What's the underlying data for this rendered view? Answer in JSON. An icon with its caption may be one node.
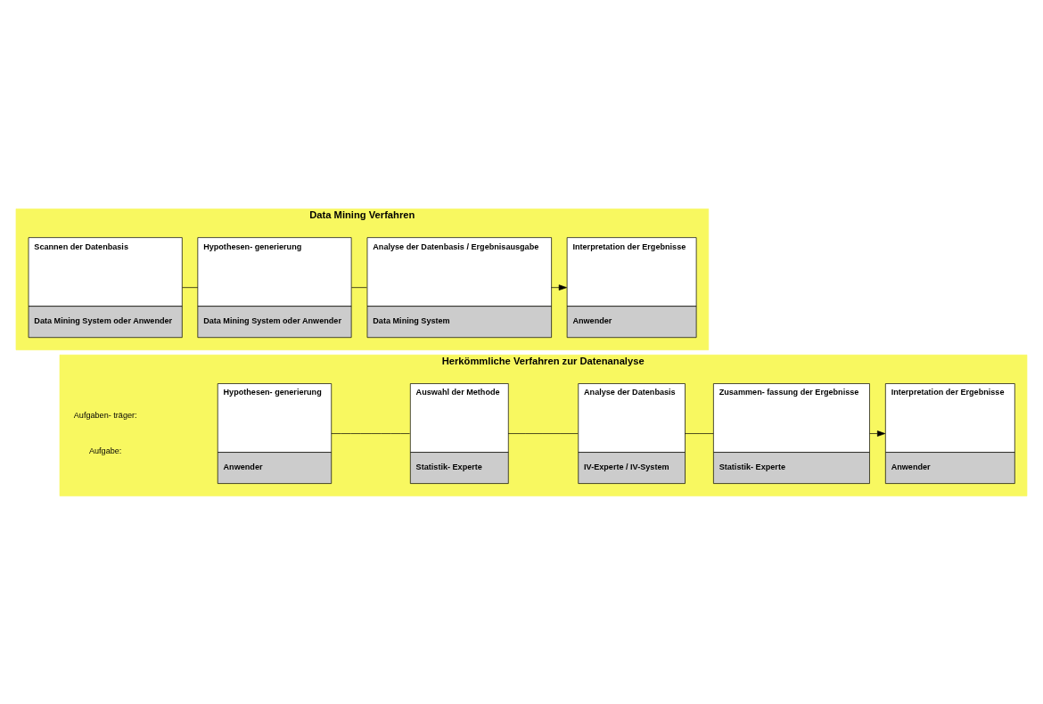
{
  "diagram": {
    "nodes": [
      {
        "text": [
          "Herkömmliche Verfahren zur Datenanalyse"
        ]
      },
      {
        "text": [
          "Hypothesen- generierung",
          "Anwender"
        ],
        "in": 0
      },
      {
        "text": [
          "Auswahl der Methode",
          "Statistik- Experte"
        ],
        "in": 0
      },
      {
        "text": [
          "Analyse der Datenbasis",
          "IV-Experte / IV-System"
        ],
        "in": 0
      },
      {
        "text": [
          "Zusammen- fassung der Ergebnisse",
          "Statistik- Experte"
        ],
        "in": 0
      },
      {
        "text": [
          "Interpretation der Ergebnisse",
          "Anwender"
        ],
        "in": 0
      },
      {
        "text": [
          "Data Mining Verfahren"
        ]
      },
      {
        "text": [
          "Scannen der Datenbasis",
          "Data Mining System oder Anwender"
        ],
        "in": 6
      },
      {
        "text": [
          "Hypothesen- generierung",
          "Data Mining System oder Anwender"
        ],
        "in": 6
      },
      {
        "text": [
          "Analyse der Datenbasis / Ergebnisausgabe",
          "Data Mining System"
        ],
        "in": 6
      },
      {
        "text": [
          "Interpretation der Ergebnisse",
          "Anwender"
        ],
        "in": 6
      }
    ],
    "edges": [
      {
        "from": 1,
        "to": 2,
        "arrow": "none"
      },
      {
        "from": 2,
        "to": 3,
        "arrow": "none"
      },
      {
        "from": 3,
        "to": 4,
        "arrow": "none"
      },
      {
        "from": 4,
        "to": 5,
        "arrow": "to"
      },
      {
        "from": 7,
        "to": 8,
        "arrow": "none"
      },
      {
        "from": 8,
        "to": 9,
        "arrow": "none"
      },
      {
        "from": 9,
        "to": 10,
        "arrow": "to"
      }
    ],
    "labels": [
      "Aufgabe:",
      "Aufgaben- träger:"
    ]
  }
}
